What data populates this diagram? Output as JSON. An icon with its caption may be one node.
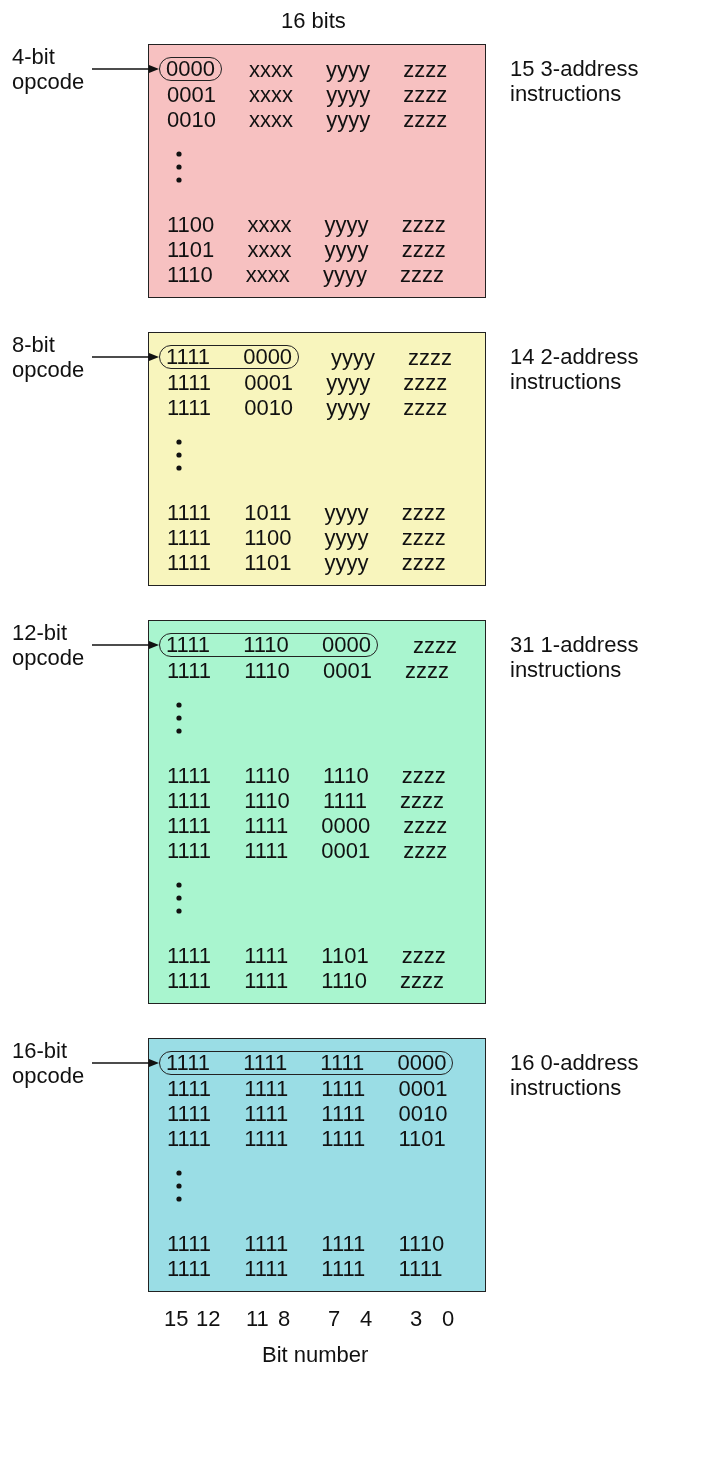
{
  "diagram": {
    "nodes": [
      {
        "text": [
          "4-bit opcode"
        ]
      },
      {
        "text": [
          "xxxx yyyy zzzz",
          "0001 xxxx yyyy zzzz",
          "0010 xxxx yyyy zzzz",
          "1100 xxxx yyyy zzzz",
          "1101 xxxx yyyy zzzz",
          "1110 xxxx yyyy zzzz"
        ],
        "beside": [
          "15 3-address instructions"
        ]
      },
      {
        "text": [
          "0000"
        ],
        "in": 1
      },
      {
        "text": [
          "8-bit opcode"
        ]
      },
      {
        "text": [
          "yyyy zzzz",
          "1111 0001 yyyy zzzz",
          "1111 0010 yyyy zzzz",
          "1111 1011 yyyy zzzz",
          "1111 1100 yyyy zzzz",
          "1111 1101 yyyy zzzz"
        ],
        "beside": [
          "14 2-address instructions"
        ]
      },
      {
        "text": [
          "1111 0000"
        ],
        "in": 4
      },
      {
        "text": [
          "12-bit opcode"
        ]
      },
      {
        "text": [
          "zzzz",
          "1111 1110 0001 zzzz",
          "1111 1110 1110 zzzz",
          "1111 1110 1111 zzzz",
          "1111 1111 0000 zzzz",
          "1111 1111 0001 zzzz",
          "1111 1111 1101 zzzz",
          "1111 1111 1110 zzzz"
        ],
        "beside": [
          "31 1-address instructions"
        ]
      },
      {
        "text": [
          "1111 1110 0000"
        ],
        "in": 7
      },
      {
        "text": [
          "16-bit opcode"
        ]
      },
      {
        "text": [
          "1111 1111 1111 0001",
          "1111 1111 1111 0010",
          "1111 1111 1111 1101",
          "1111 1111 1111 1110",
          "1111 1111 1111 1111"
        ],
        "beside": [
          "16 0-address instructions"
        ]
      },
      {
        "text": [
          "1111 1111 1111 0000"
        ],
        "in": 10
      }
    ],
    "edges": [
      {
        "from": 0,
        "to": 2,
        "arrow": "to"
      },
      {
        "from": 3,
        "to": 5,
        "arrow": "to"
      },
      {
        "from": 6,
        "to": 8,
        "arrow": "to"
      },
      {
        "from": 9,
        "to": 11,
        "arrow": "to"
      }
    ],
    "labels": [
      "16 bits",
      "15",
      "12",
      "11",
      "8",
      "7",
      "4",
      "3",
      "0",
      "Bit number"
    ]
  }
}
